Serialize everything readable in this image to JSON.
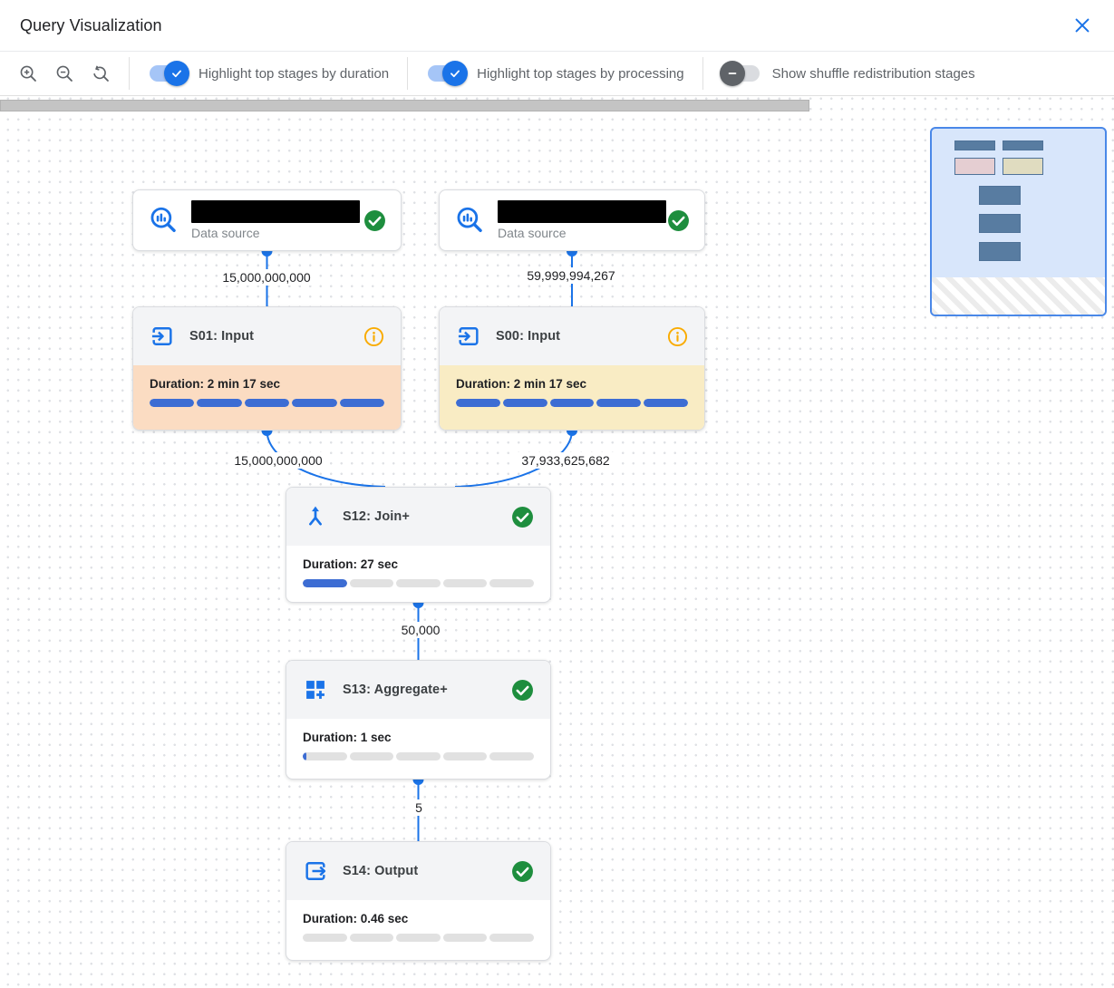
{
  "header": {
    "title": "Query Visualization"
  },
  "toolbar": {
    "zoom_in": "zoom-in",
    "zoom_out": "zoom-out",
    "zoom_reset": "reset-zoom",
    "toggles": [
      {
        "label": "Highlight top stages by duration",
        "on": true
      },
      {
        "label": "Highlight top stages by processing",
        "on": true
      },
      {
        "label": "Show shuffle redistribution stages",
        "on": false
      }
    ]
  },
  "colors": {
    "accent_blue": "#1a73e8",
    "progress_blue": "#3d6dd3",
    "track_gray": "#e1e1e1",
    "duration_peach": "#fbdcc2",
    "processing_yellow": "#f9ecc4",
    "success_green": "#1e8e3e",
    "info_orange": "#f9ab00",
    "header_gray": "#f3f4f6",
    "toggle_on_track": "#a5c5f7",
    "toggle_off_thumb": "#5f6368"
  },
  "graph": {
    "nodes": [
      {
        "id": "ds-left",
        "type": "data_source",
        "label": "Data source",
        "name_redacted": true,
        "status": "success"
      },
      {
        "id": "ds-right",
        "type": "data_source",
        "label": "Data source",
        "name_redacted": true,
        "status": "success"
      },
      {
        "id": "s01",
        "title": "S01: Input",
        "duration": "Duration: 2 min 17 sec",
        "fill_pct": 100,
        "highlight": "duration",
        "status": "info"
      },
      {
        "id": "s00",
        "title": "S00: Input",
        "duration": "Duration: 2 min 17 sec",
        "fill_pct": 100,
        "highlight": "processing",
        "status": "info"
      },
      {
        "id": "s12",
        "title": "S12: Join+",
        "duration": "Duration: 27 sec",
        "fill_pct": 20,
        "status": "success"
      },
      {
        "id": "s13",
        "title": "S13: Aggregate+",
        "duration": "Duration: 1 sec",
        "fill_pct": 1.5,
        "status": "success"
      },
      {
        "id": "s14",
        "title": "S14: Output",
        "duration": "Duration: 0.46 sec",
        "fill_pct": 0,
        "status": "success"
      }
    ],
    "edges": [
      {
        "from": "ds-left",
        "to": "s01",
        "label": "15,000,000,000"
      },
      {
        "from": "ds-right",
        "to": "s00",
        "label": "59,999,994,267"
      },
      {
        "from": "s01",
        "to": "s12",
        "label": "15,000,000,000"
      },
      {
        "from": "s00",
        "to": "s12",
        "label": "37,933,625,682"
      },
      {
        "from": "s12",
        "to": "s13",
        "label": "50,000"
      },
      {
        "from": "s13",
        "to": "s14",
        "label": "5"
      }
    ]
  }
}
